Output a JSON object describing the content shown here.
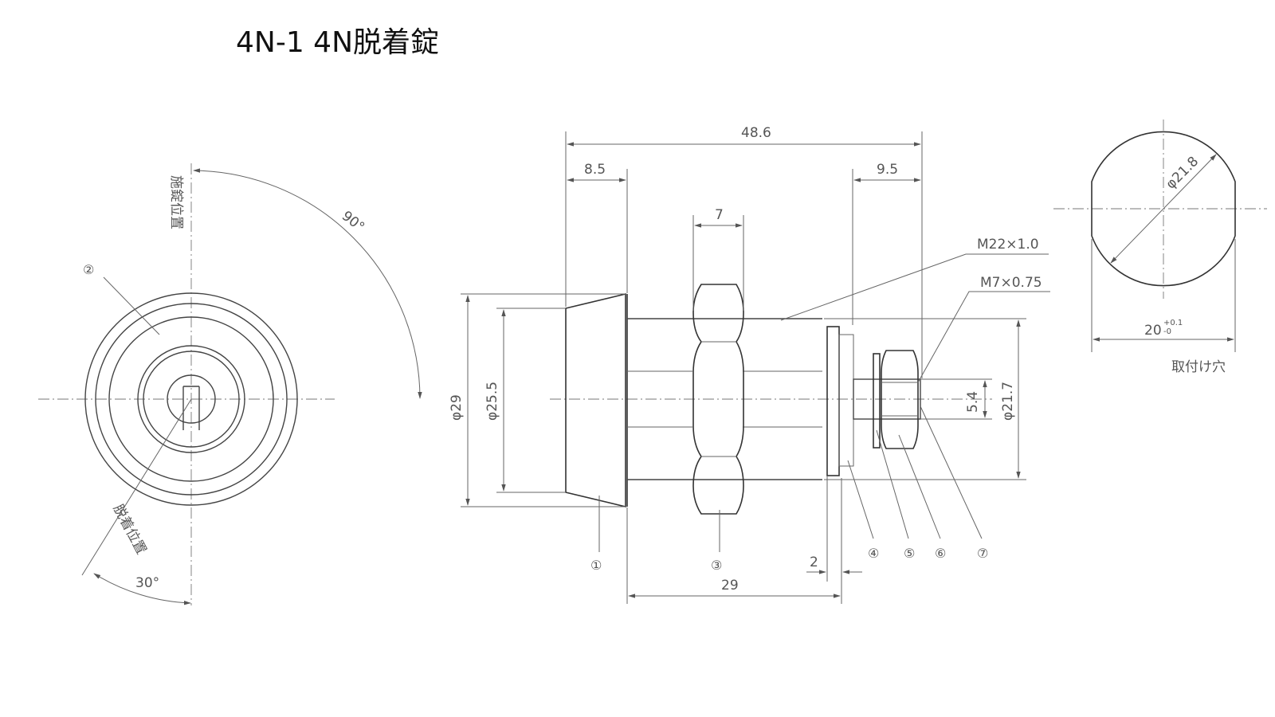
{
  "title": "4N-1 4N脱着錠",
  "front_view": {
    "lock_position": "施錠位置",
    "release_position": "脱着位置",
    "angle_90": "90°",
    "angle_30": "30°",
    "part_2": "②"
  },
  "side_view": {
    "dim_overall": "48.6",
    "dim_head": "8.5",
    "dim_end": "9.5",
    "dim_nut": "7",
    "dim_body": "29",
    "dim_gap": "2",
    "dia_29": "φ29",
    "dia_25_5": "φ25.5",
    "dia_21_7": "φ21.7",
    "dim_5_4": "5.4",
    "thread_main": "M22×1.0",
    "thread_small": "M7×0.75",
    "parts": [
      "①",
      "③",
      "④",
      "⑤",
      "⑥",
      "⑦"
    ]
  },
  "mounting_hole": {
    "dia": "φ21.8",
    "width": "20",
    "tol_upper": "+0.1",
    "tol_lower": "-0",
    "label": "取付け穴"
  },
  "colors": {
    "line": "#444444",
    "text": "#555555",
    "title": "#111111"
  }
}
